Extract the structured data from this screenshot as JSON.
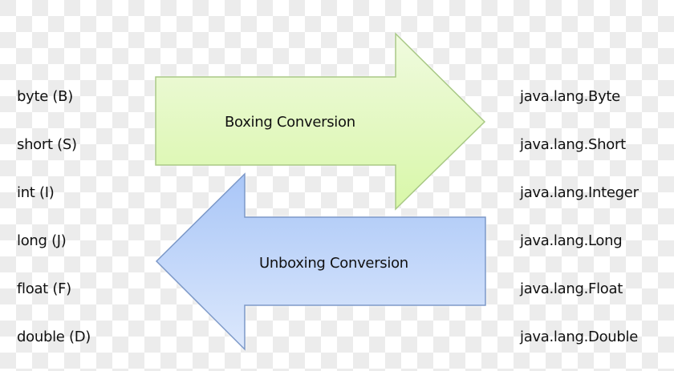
{
  "diagram": {
    "primitives": [
      {
        "label": "byte (B)"
      },
      {
        "label": "short (S)"
      },
      {
        "label": "int (I)"
      },
      {
        "label": "long (J)"
      },
      {
        "label": "float (F)"
      },
      {
        "label": "double (D)"
      }
    ],
    "wrappers": [
      {
        "label": "java.lang.Byte"
      },
      {
        "label": "java.lang.Short"
      },
      {
        "label": "java.lang.Integer"
      },
      {
        "label": "java.lang.Long"
      },
      {
        "label": "java.lang.Float"
      },
      {
        "label": "java.lang.Double"
      }
    ],
    "boxing_arrow": {
      "label": "Boxing Conversion",
      "direction": "right",
      "fill_top": "#f0fadf",
      "fill_bottom": "#d8f7a8",
      "stroke": "#a8c884"
    },
    "unboxing_arrow": {
      "label": "Unboxing Conversion",
      "direction": "left",
      "fill_top": "#a9c6f7",
      "fill_bottom": "#dce8fc",
      "stroke": "#7a97c7"
    }
  }
}
